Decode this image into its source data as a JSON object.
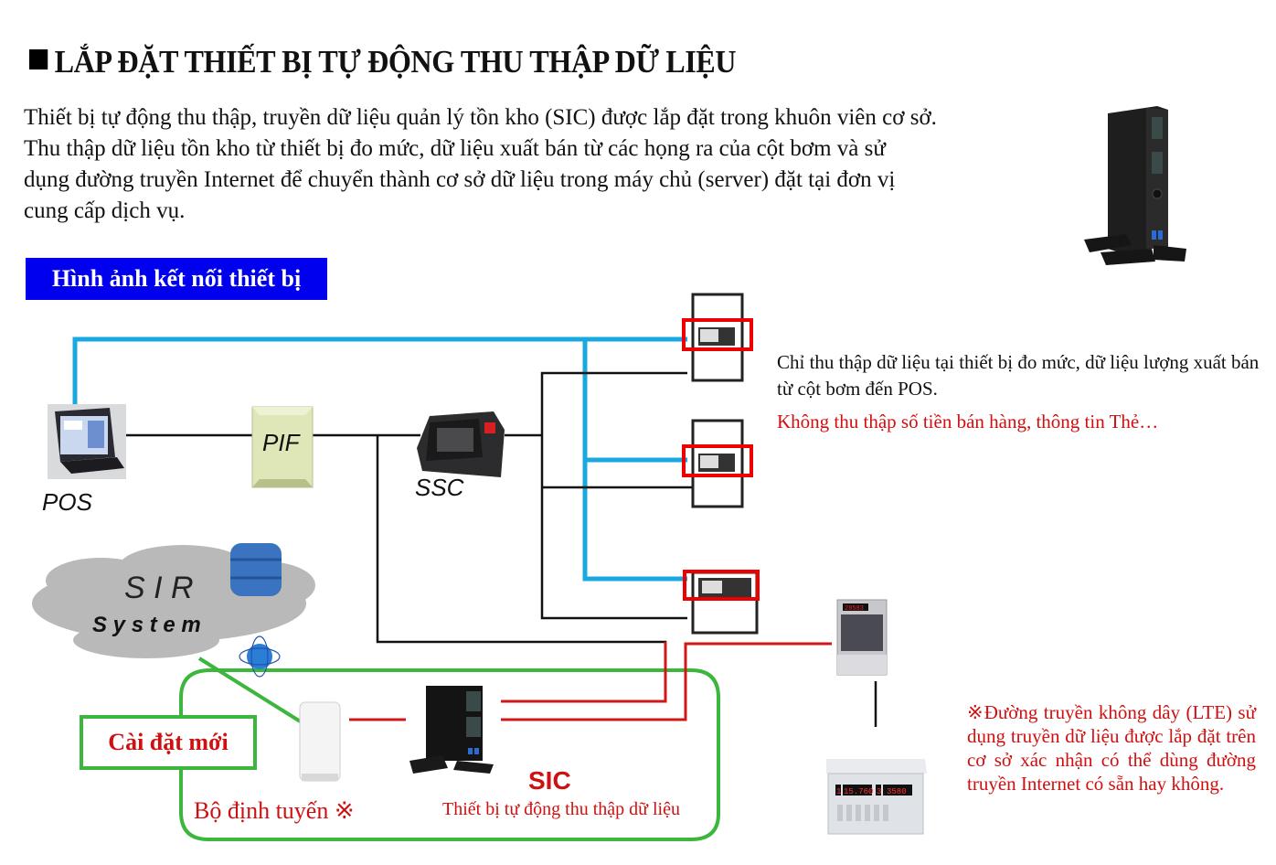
{
  "header": {
    "title": "LẮP ĐẶT THIẾT BỊ TỰ ĐỘNG THU THẬP DỮ LIỆU",
    "intro_lines": [
      "Thiết bị tự động thu thập, truyền dữ liệu quản lý tồn kho (SIC) được lắp đặt trong khuôn viên cơ sở.",
      "Thu thập dữ liệu tồn kho từ thiết bị đo mức, dữ liệu xuất bán từ các họng ra của cột bơm và sử",
      "dụng đường truyền Internet để chuyển thành cơ sở dữ liệu trong máy chủ (server) đặt tại đơn vị",
      "cung cấp dịch vụ."
    ]
  },
  "diagram": {
    "section_label": "Hình ảnh kết nối thiết bị",
    "nodes": {
      "pos": "POS",
      "pif": "PIF",
      "ssc": "SSC",
      "cloud_line1": "S I R",
      "cloud_line2": "S y s t e m",
      "new_install": "Cài đặt mới",
      "router": "Bộ định tuyến ※",
      "sic": "SIC",
      "sic_desc": "Thiết bị tự động thu thập dữ liệu"
    },
    "dispenser_count": 3,
    "level_meter_display": [
      "1",
      "15.760",
      "3",
      "3580"
    ],
    "notes": {
      "collect": "Chỉ thu thập dữ liệu tại thiết bị đo mức, dữ liệu lượng xuất bán từ cột bơm đến POS.",
      "not_collect": "Không thu thập số tiền bán hàng, thông tin Thẻ…",
      "lte": "※Đường truyền không dây (LTE) sử dụng truyền dữ liệu được lắp đặt trên cơ sở xác nhận có thể dùng đường truyền Internet có sẵn hay không."
    },
    "colors": {
      "blue_line": "#1aa8e0",
      "black_line": "#111111",
      "red_line": "#d01818",
      "green_line": "#3cb63c",
      "banner": "#0000ee",
      "accent_red": "#d01010"
    }
  }
}
